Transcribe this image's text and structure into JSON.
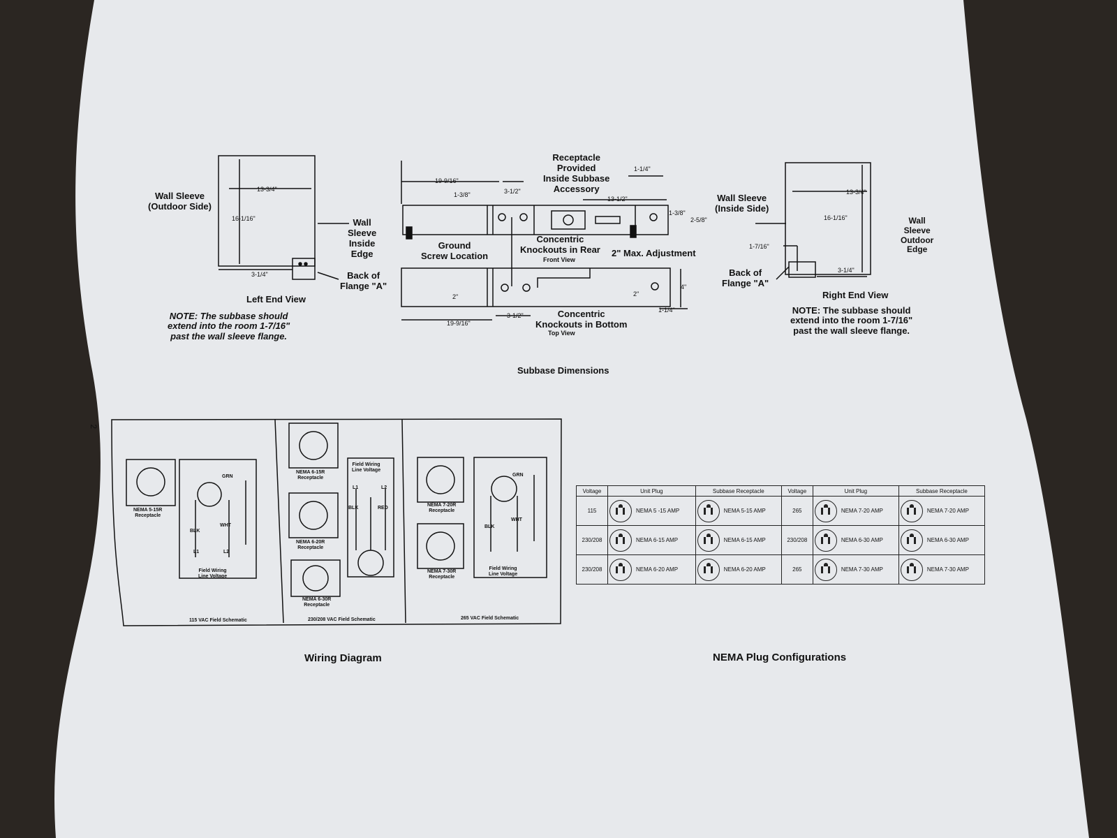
{
  "subbase": {
    "left_end": {
      "wall_sleeve_outdoor": "Wall Sleeve\n(Outdoor Side)",
      "dim_width": "13-3/4\"",
      "dim_height": "16-1/16\"",
      "dim_bottom": "3-1/4\"",
      "wall_sleeve_inside_edge": "Wall\nSleeve\nInside\nEdge",
      "back_of_flange": "Back of\nFlange \"A\"",
      "view_title": "Left End View",
      "note": "NOTE: The subbase should\nextend into the room 1-7/16\"\npast the wall sleeve flange."
    },
    "center": {
      "receptacle_label": "Receptacle\nProvided\nInside Subbase\nAccessory",
      "dim_19_9_16": "19-9/16\"",
      "dim_1_3_8_a": "1-3/8\"",
      "dim_3_1_2": "3-1/2\"",
      "dim_13_1_2": "13-1/2\"",
      "dim_1_1_4_top": "1-1/4\"",
      "dim_1_3_8_b": "1-3/8\"",
      "dim_2_5_8": "2-5/8\"",
      "ground_screw": "Ground\nScrew Location",
      "concentric_rear": "Concentric\nKnockouts in Rear",
      "front_view": "Front View",
      "max_adjust": "2\" Max. Adjustment",
      "dim_2_left": "2\"",
      "dim_2_right": "2\"",
      "dim_4": "4\"",
      "dim_1_1_4_bottom": "1-1/4\"",
      "dim_3_1_2_bottom": "3-1/2\"",
      "dim_19_9_16_bottom": "19-9/16\"",
      "concentric_bottom": "Concentric\nKnockouts in Bottom",
      "top_view": "Top View"
    },
    "right_end": {
      "wall_sleeve_inside": "Wall Sleeve\n(Inside Side)",
      "dim_width": "13-3/4\"",
      "dim_height": "16-1/16\"",
      "dim_1_7_16": "1-7/16\"",
      "dim_bottom": "3-1/4\"",
      "wall_sleeve_outdoor_edge": "Wall\nSleeve\nOutdoor\nEdge",
      "back_of_flange": "Back of\nFlange \"A\"",
      "view_title": "Right End View",
      "note": "NOTE: The subbase should\nextend into the room 1-7/16\"\npast the wall sleeve flange."
    },
    "caption": "Subbase Dimensions"
  },
  "wiring": {
    "page_number": "2",
    "nema_5_15r": "NEMA 5-15R\nReceptacle",
    "field_wiring_115": "Field Wiring\nLine Voltage",
    "grn": "GRN",
    "blk": "BLK",
    "wht": "WHT",
    "red": "RED",
    "l1": "L1",
    "l2": "L2",
    "nema_6_15r": "NEMA 6-15R\nReceptacle",
    "nema_6_20r": "NEMA 6-20R\nReceptacle",
    "nema_6_30r": "NEMA 6-30R\nReceptacle",
    "field_wiring_230": "Field Wiring\nLine Voltage",
    "nema_7_20r": "NEMA 7-20R\nReceptacle",
    "nema_7_30r": "NEMA 7-30R\nReceptacle",
    "field_wiring_265": "Field Wiring\nLine Voltage",
    "sch_115": "115 VAC Field Schematic",
    "sch_230": "230/208 VAC Field Schematic",
    "sch_265": "265 VAC Field Schematic",
    "caption": "Wiring Diagram"
  },
  "nema_table": {
    "headers": [
      "Voltage",
      "Unit Plug",
      "Subbase Receptacle",
      "Voltage",
      "Unit Plug",
      "Subbase Receptacle"
    ],
    "rows": [
      {
        "v1": "115",
        "up1": "NEMA 5 -15 AMP",
        "sr1": "NEMA 5-15 AMP",
        "v2": "265",
        "up2": "NEMA 7-20 AMP",
        "sr2": "NEMA 7-20 AMP"
      },
      {
        "v1": "230/208",
        "up1": "NEMA 6-15 AMP",
        "sr1": "NEMA 6-15 AMP",
        "v2": "230/208",
        "up2": "NEMA 6-30 AMP",
        "sr2": "NEMA 6-30 AMP"
      },
      {
        "v1": "230/208",
        "up1": "NEMA 6-20 AMP",
        "sr1": "NEMA 6-20 AMP",
        "v2": "265",
        "up2": "NEMA 7-30 AMP",
        "sr2": "NEMA 7-30 AMP"
      }
    ],
    "caption": "NEMA Plug Configurations"
  }
}
